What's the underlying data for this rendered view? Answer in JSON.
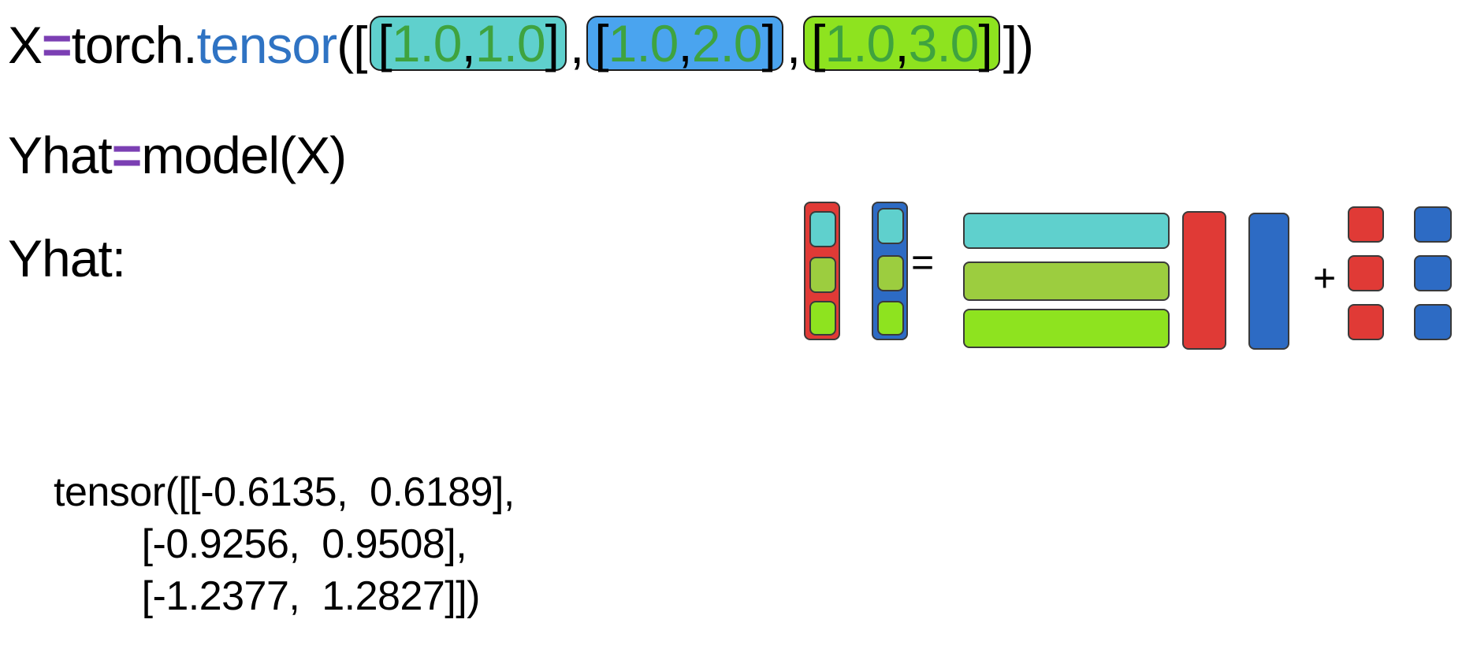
{
  "code": {
    "line1": {
      "var": "X",
      "op": "=",
      "obj": "torch.",
      "func": "tensor",
      "open": "([",
      "rows": [
        {
          "open": "[",
          "a": "1.0",
          "sep": ",",
          "b": "1.0",
          "close": "]"
        },
        {
          "open": "[",
          "a": "1.0",
          "sep": ",",
          "b": "2.0",
          "close": "]"
        },
        {
          "open": "[",
          "a": "1.0",
          "sep": ",",
          "b": "3.0",
          "close": "]"
        }
      ],
      "row_sep": ",",
      "close": "])"
    },
    "line2": {
      "var": "Yhat",
      "op": "=",
      "call": "model(X)"
    },
    "line3": {
      "label": "Yhat:"
    }
  },
  "diagram": {
    "equals": "=",
    "plus": "+",
    "colors": {
      "cyan": "#5fd0cd",
      "olive": "#9ccd3f",
      "lime": "#8ee31f",
      "red": "#e03a36",
      "blue": "#2d6bc4"
    }
  },
  "output": {
    "lines": [
      "tensor([[-0.6135,  0.6189],",
      "        [-0.9256,  0.9508],",
      "        [-1.2377,  1.2827]])"
    ]
  }
}
